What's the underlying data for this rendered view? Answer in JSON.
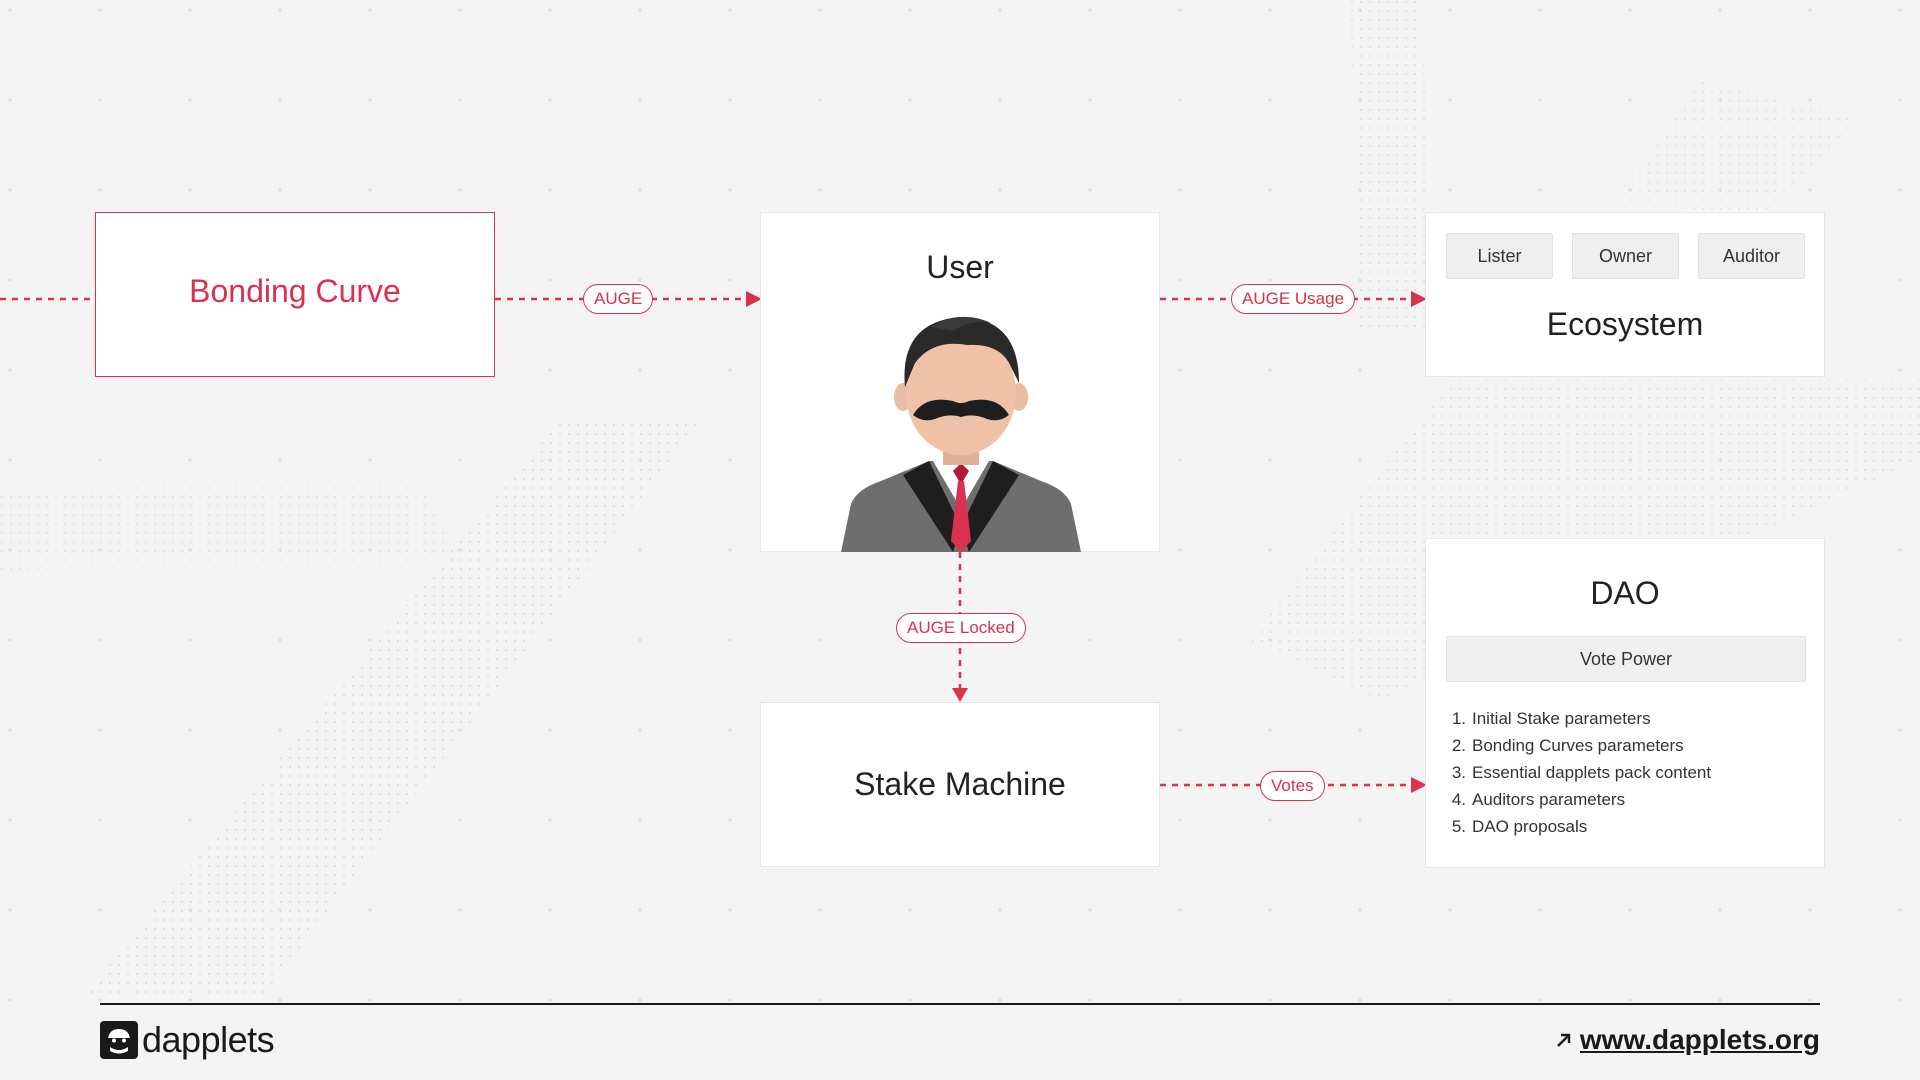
{
  "diagram": {
    "nodes": {
      "bonding_curve": "Bonding Curve",
      "user": "User",
      "ecosystem": "Ecosystem",
      "stake_machine": "Stake Machine",
      "dao": "DAO"
    },
    "ecosystem_roles": [
      "Lister",
      "Owner",
      "Auditor"
    ],
    "dao_vote_power": "Vote Power",
    "dao_items": [
      {
        "num": "1.",
        "text": "Initial Stake parameters"
      },
      {
        "num": "2.",
        "text": "Bonding Curves parameters"
      },
      {
        "num": "3.",
        "text": "Essential dapplets pack content"
      },
      {
        "num": "4.",
        "text": "Auditors parameters"
      },
      {
        "num": "5.",
        "text": "DAO proposals"
      }
    ],
    "edges": {
      "bonding_to_user": "AUGE",
      "user_to_ecosystem": "AUGE Usage",
      "user_to_stake": "AUGE Locked",
      "stake_to_dao": "Votes"
    }
  },
  "colors": {
    "accent": "#d8324f",
    "background": "#f4f4f4",
    "text": "#222222"
  },
  "footer": {
    "logo_text": "dapplets",
    "url": "www.dapplets.org",
    "url_icon": "arrow-up-right-icon",
    "logo_icon": "dapplets-logo-icon"
  }
}
